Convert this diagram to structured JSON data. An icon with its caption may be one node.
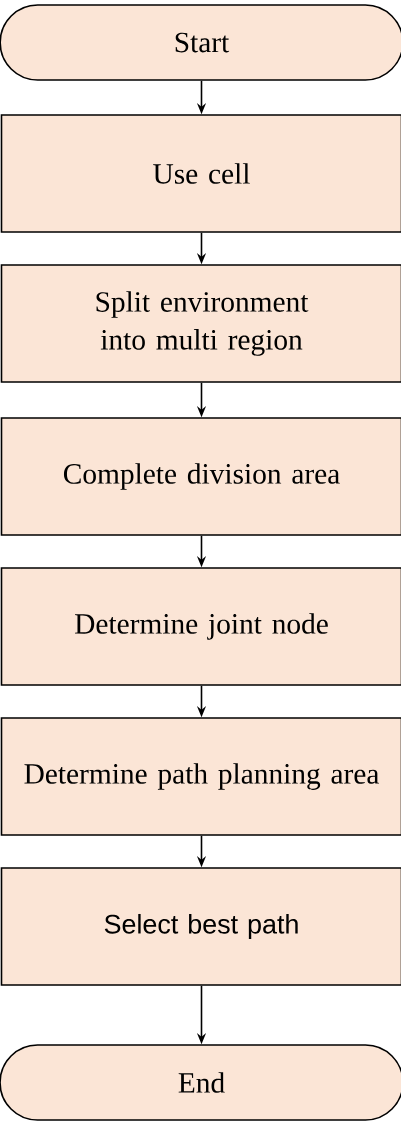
{
  "diagram": {
    "nodes": [
      {
        "text": [
          "Start"
        ]
      },
      {
        "text": [
          "Use cell"
        ]
      },
      {
        "text": [
          "Split environment into multi region"
        ]
      },
      {
        "text": [
          "Complete division area"
        ]
      },
      {
        "text": [
          "Determine joint node"
        ]
      },
      {
        "text": [
          "Determine path planning area"
        ]
      },
      {
        "text": [
          "Select best path"
        ]
      },
      {
        "text": [
          "End"
        ]
      }
    ],
    "edges": [
      {
        "from": 0,
        "to": 1,
        "arrow": "to"
      },
      {
        "from": 1,
        "to": 2,
        "arrow": "to"
      },
      {
        "from": 2,
        "to": 3,
        "arrow": "to"
      },
      {
        "from": 3,
        "to": 4,
        "arrow": "to"
      },
      {
        "from": 4,
        "to": 5,
        "arrow": "to"
      },
      {
        "from": 5,
        "to": 6,
        "arrow": "to"
      },
      {
        "from": 6,
        "to": 7,
        "arrow": "to"
      }
    ]
  }
}
